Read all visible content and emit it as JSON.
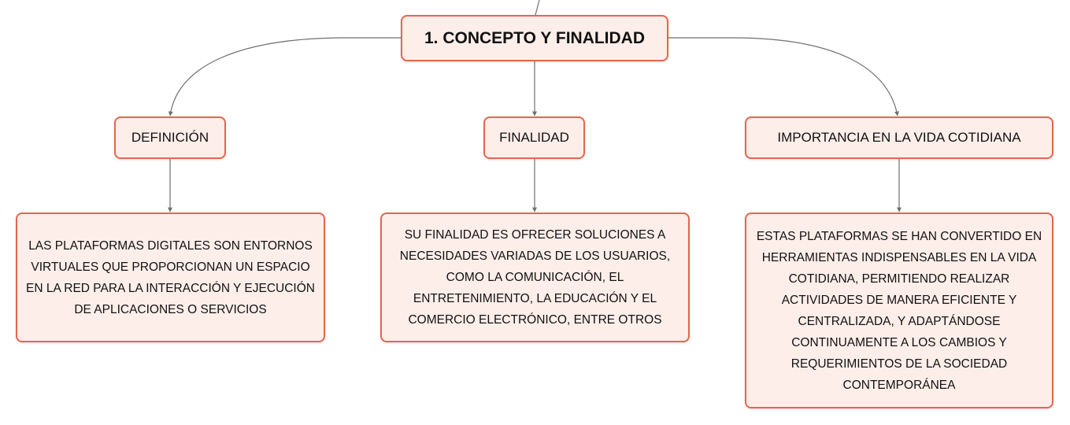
{
  "diagram": {
    "root": {
      "label": "1. CONCEPTO Y FINALIDAD"
    },
    "branches": [
      {
        "label": "DEFINICIÓN",
        "detail": "LAS PLATAFORMAS DIGITALES SON ENTORNOS VIRTUALES QUE PROPORCIONAN UN ESPACIO EN LA RED PARA LA INTERACCIÓN Y EJECUCIÓN DE APLICACIONES O SERVICIOS"
      },
      {
        "label": "FINALIDAD",
        "detail": "SU FINALIDAD ES OFRECER SOLUCIONES A NECESIDADES VARIADAS DE LOS USUARIOS, COMO LA COMUNICACIÓN, EL ENTRETENIMIENTO, LA EDUCACIÓN Y EL COMERCIO ELECTRÓNICO, ENTRE OTROS"
      },
      {
        "label": "IMPORTANCIA EN LA VIDA COTIDIANA",
        "detail": "ESTAS PLATAFORMAS SE HAN CONVERTIDO EN HERRAMIENTAS INDISPENSABLES EN LA VIDA COTIDIANA, PERMITIENDO REALIZAR ACTIVIDADES DE MANERA EFICIENTE Y CENTRALIZADA, Y ADAPTÁNDOSE CONTINUAMENTE A LOS CAMBIOS Y REQUERIMIENTOS DE LA SOCIEDAD CONTEMPORÁNEA"
      }
    ],
    "colors": {
      "node_border": "#e4674f",
      "node_fill": "#fdeee9",
      "connector": "#6f6f6f"
    }
  }
}
